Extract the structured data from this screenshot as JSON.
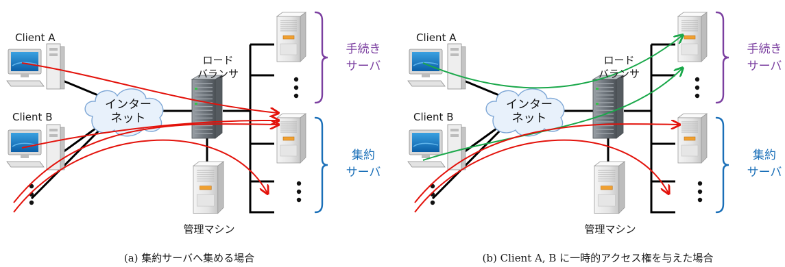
{
  "colors": {
    "red_flow": "#e3120b",
    "green_flow": "#1aa84a",
    "procedure_bracket": "#7b3fa0",
    "aggregate_bracket": "#1a6fb8"
  },
  "panels": [
    {
      "client_a": "Client A",
      "client_b": "Client B",
      "internet": "インター\nネット",
      "load_balancer": "ロード\nバランサ",
      "procedure_server": "手続き\nサーバ",
      "aggregate_server": "集約\nサーバ",
      "management": "管理マシン",
      "caption": "(a)  集約サーバへ集める場合"
    },
    {
      "client_a": "Client A",
      "client_b": "Client B",
      "internet": "インター\nネット",
      "load_balancer": "ロード\nバランサ",
      "procedure_server": "手続き\nサーバ",
      "aggregate_server": "集約\nサーバ",
      "management": "管理マシン",
      "caption": "(b)  Client A, B に一時的アクセス権を与えた場合"
    }
  ]
}
